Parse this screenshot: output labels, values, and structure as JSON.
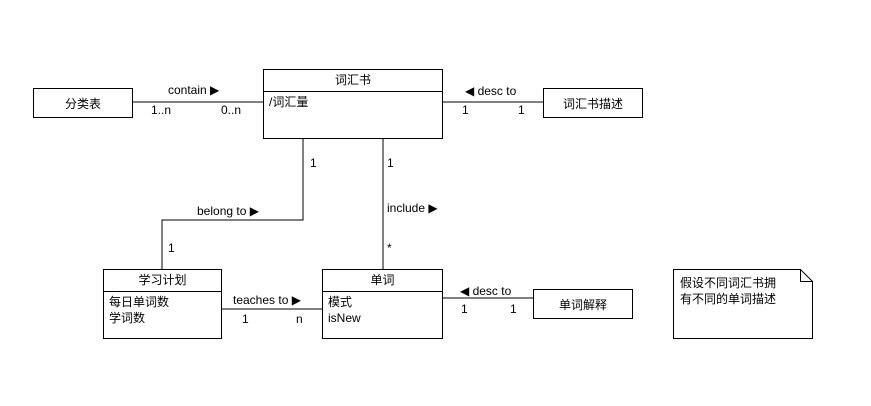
{
  "classes": {
    "vocab_book": {
      "name": "词汇书",
      "attributes": [
        "/词汇量"
      ]
    },
    "category_table": {
      "name": "分类表"
    },
    "book_desc": {
      "name": "词汇书描述"
    },
    "study_plan": {
      "name": "学习计划",
      "attributes": [
        "每日单词数",
        "学词数"
      ]
    },
    "word": {
      "name": "单词",
      "attributes": [
        "模式",
        "isNew"
      ]
    },
    "word_explain": {
      "name": "单词解释"
    }
  },
  "associations": {
    "contain": {
      "label": "contain ▶",
      "mult_a": "1..n",
      "mult_b": "0..n"
    },
    "desc_book": {
      "label": "◀ desc to",
      "mult_a": "1",
      "mult_b": "1"
    },
    "belong": {
      "label": "belong to ▶",
      "mult_a": "1",
      "mult_b": "1"
    },
    "include": {
      "label": "include ▶",
      "mult_a": "1",
      "mult_b": "*"
    },
    "teaches": {
      "label": "teaches to ▶",
      "mult_a": "1",
      "mult_b": "n"
    },
    "desc_word": {
      "label": "◀ desc to",
      "mult_a": "1",
      "mult_b": "1"
    }
  },
  "note": {
    "lines": [
      "假设不同词汇书拥",
      "有不同的单词描述"
    ]
  }
}
